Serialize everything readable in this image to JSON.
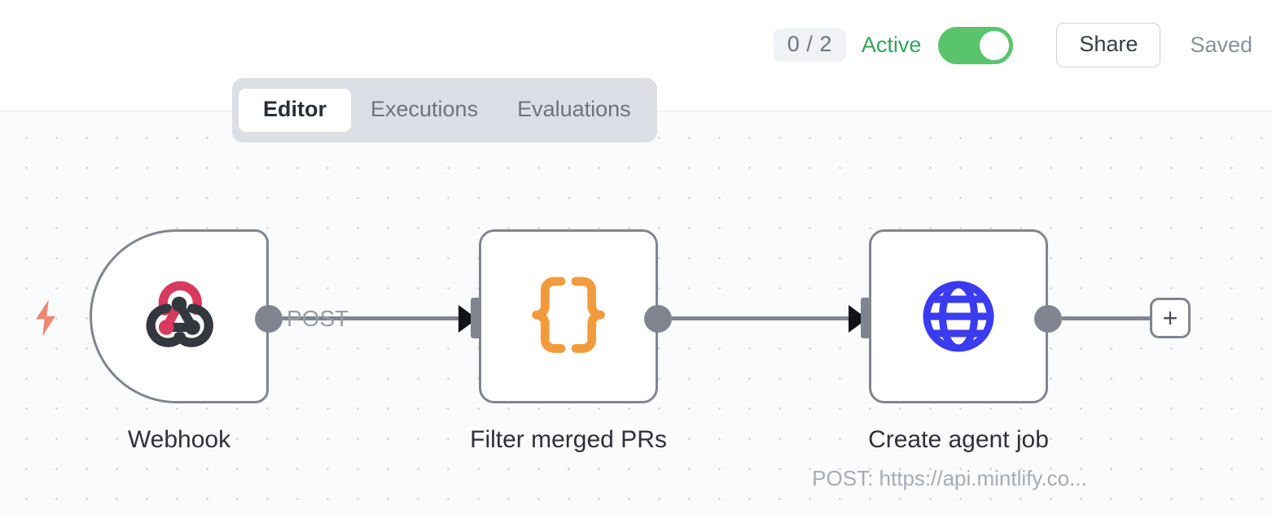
{
  "header": {
    "run_count_badge": "0 / 2",
    "active_label": "Active",
    "active_color": "#35a35e",
    "toggle": {
      "state": "on",
      "on_color": "#5ac46d"
    },
    "share_label": "Share",
    "saved_label": "Saved"
  },
  "tabs": [
    {
      "label": "Editor",
      "active": true
    },
    {
      "label": "Executions",
      "active": false
    },
    {
      "label": "Evaluations",
      "active": false
    }
  ],
  "canvas": {
    "background_color": "#fafbfd",
    "dot_color": "#c3c7d0",
    "trigger_icon": "lightning-bolt-icon",
    "trigger_icon_color": "#ee8671",
    "add_node_label": "+",
    "nodes": [
      {
        "id": "webhook",
        "title": "Webhook",
        "subtitle": "",
        "icon": "webhook-icon",
        "icon_colors": {
          "primary": "#d83a5e",
          "secondary": "#33383f"
        }
      },
      {
        "id": "filter",
        "title": "Filter merged PRs",
        "subtitle": "",
        "icon": "curly-braces-icon",
        "icon_colors": {
          "primary": "#f29b3d"
        }
      },
      {
        "id": "http",
        "title": "Create agent job",
        "subtitle": "POST: https://api.mintlify.co...",
        "icon": "globe-icon",
        "icon_colors": {
          "primary": "#3b3bef"
        }
      }
    ],
    "edges": [
      {
        "from": "webhook",
        "to": "filter",
        "label": "POST"
      },
      {
        "from": "filter",
        "to": "http",
        "label": ""
      }
    ]
  }
}
